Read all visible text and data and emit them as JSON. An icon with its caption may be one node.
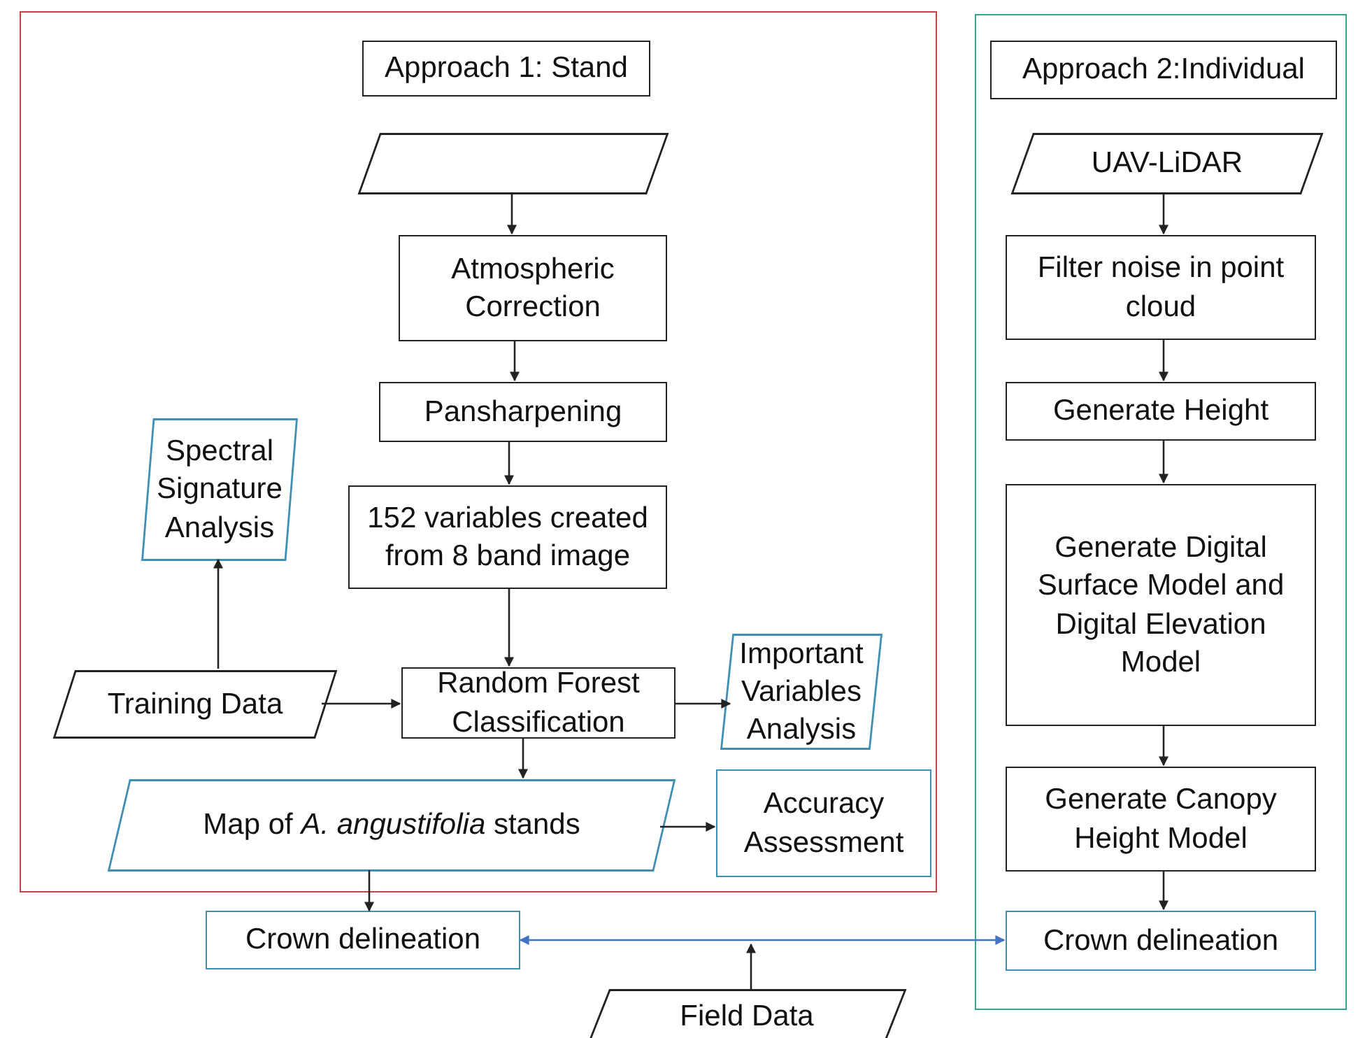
{
  "diagram": {
    "nodes": [
      {
        "text": [],
        "shape": "box"
      },
      {
        "text": [
          "Approach 1: Stand"
        ],
        "in": 0
      },
      {
        "text": [],
        "shape": "parallelogram",
        "in": 0
      },
      {
        "text": [
          "Atmospheric Correction"
        ],
        "in": 0
      },
      {
        "text": [
          "Pansharpening"
        ],
        "in": 0
      },
      {
        "text": [
          "152 variables created from 8 band image"
        ],
        "in": 0
      },
      {
        "text": [
          "Spectral Signature Analysis"
        ],
        "in": 0
      },
      {
        "text": [
          "Training Data"
        ],
        "in": 0
      },
      {
        "text": [
          "Random Forest Classification"
        ],
        "in": 0
      },
      {
        "text": [
          "Important Variables Analysis"
        ],
        "in": 0
      },
      {
        "text": [
          "Map of *A. angustifolia* stands"
        ],
        "in": 0
      },
      {
        "text": [
          "Accuracy Assessment"
        ],
        "in": 0
      },
      {
        "text": [
          "Crown delineation"
        ]
      },
      {
        "text": [],
        "shape": "box"
      },
      {
        "text": [
          "Approach 2:Individual"
        ],
        "in": 13
      },
      {
        "text": [
          "UAV-LiDAR"
        ],
        "in": 13
      },
      {
        "text": [
          "Filter noise in point cloud"
        ],
        "in": 13
      },
      {
        "text": [
          "Generate Height"
        ],
        "in": 13
      },
      {
        "text": [
          "Generate Digital Surface Model and Digital Elevation Model"
        ],
        "in": 13
      },
      {
        "text": [
          "Generate Canopy Height Model"
        ],
        "in": 13
      },
      {
        "text": [
          "Crown delineation"
        ],
        "in": 13
      },
      {
        "text": [
          "Field Data"
        ]
      }
    ],
    "edges": [
      {
        "from": 2,
        "to": 3,
        "arrow": "to"
      },
      {
        "from": 3,
        "to": 4,
        "arrow": "to"
      },
      {
        "from": 4,
        "to": 5,
        "arrow": "to"
      },
      {
        "from": 5,
        "to": 8,
        "arrow": "to"
      },
      {
        "from": 7,
        "to": 8,
        "arrow": "to"
      },
      {
        "from": 7,
        "to": 6,
        "arrow": "to"
      },
      {
        "from": 8,
        "to": 9,
        "arrow": "to"
      },
      {
        "from": 8,
        "to": 10,
        "arrow": "to"
      },
      {
        "from": 10,
        "to": 11,
        "arrow": "to"
      },
      {
        "from": 10,
        "to": 12,
        "arrow": "to"
      },
      {
        "from": 15,
        "to": 16,
        "arrow": "to"
      },
      {
        "from": 16,
        "to": 17,
        "arrow": "to"
      },
      {
        "from": 17,
        "to": 18,
        "arrow": "to"
      },
      {
        "from": 18,
        "to": 19,
        "arrow": "to"
      },
      {
        "from": 19,
        "to": 20,
        "arrow": "to"
      },
      {
        "from": 12,
        "to": 20,
        "arrow": "both",
        "color": "#4472c4"
      },
      {
        "from": 21,
        "to": null,
        "arrow": "to"
      }
    ]
  }
}
